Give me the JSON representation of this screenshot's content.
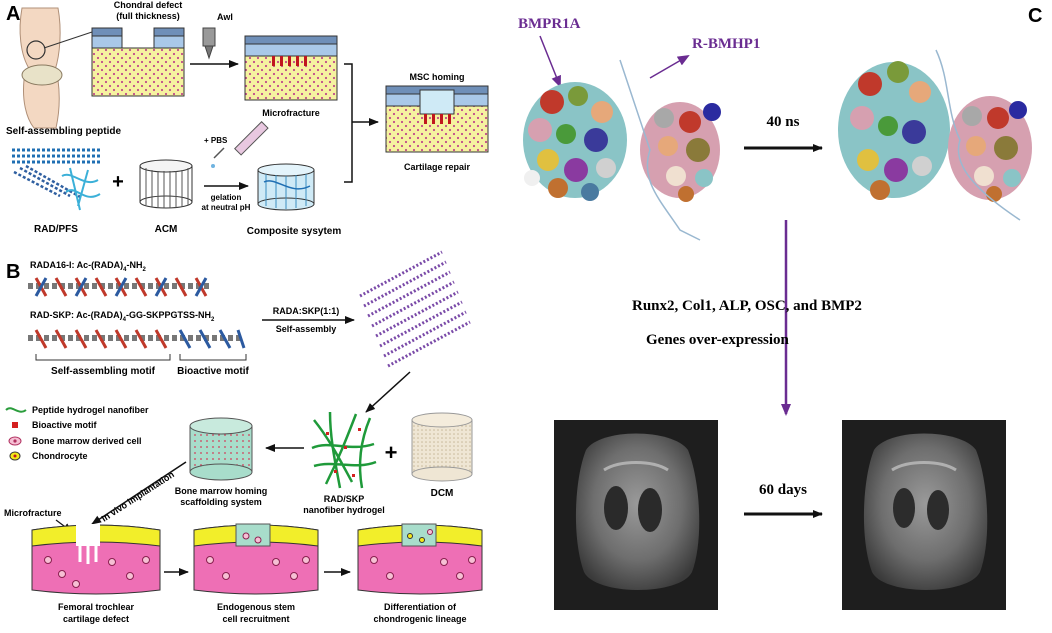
{
  "panels": {
    "a": "A",
    "b": "B",
    "c": "C"
  },
  "panel_a": {
    "chondral_defect": "Chondral defect",
    "full_thickness": "(full thickness)",
    "awl": "Awl",
    "microfracture": "Microfracture",
    "msc_homing": "MSC homing",
    "cartilage_repair": "Cartilage repair",
    "self_assembling_peptide": "Self-assembling peptide",
    "plus_pbs": "+ PBS",
    "gelation": "gelation",
    "at_neutral_ph": "at neutral pH",
    "plus_sign": "+",
    "rad_pfs": "RAD/PFS",
    "acm": "ACM",
    "composite_system": "Composite sysytem"
  },
  "panel_b": {
    "rada16_label": "RADA16-I: Ac-(RADA)",
    "rada16_sub": "4",
    "rada16_suffix": "-NH",
    "rada16_sub2": "2",
    "radskp_label": "RAD-SKP: Ac-(RADA)",
    "radskp_sub": "4",
    "radskp_suffix": "-GG-SKPPGTSS-NH",
    "radskp_sub2": "2",
    "ratio": "RADA:SKP(1:1)",
    "self_assembly": "Self-assembly",
    "self_assembling_motif": "Self-assembling motif",
    "bioactive_motif": "Bioactive motif",
    "legend_nanofiber": "Peptide hydrogel nanofiber",
    "legend_bioactive": "Bioactive motif",
    "legend_bone_marrow_cell": "Bone marrow derived cell",
    "legend_chondrocyte": "Chondrocyte",
    "scaffold_line1": "Bone marrow homing",
    "scaffold_line2": "scaffolding system",
    "hydrogel_line1": "RAD/SKP",
    "hydrogel_line2": "nanofiber hydrogel",
    "plus_sign": "+",
    "dcm": "DCM",
    "in_vivo": "In vivo implantation",
    "microfracture": "Microfracture",
    "step1_line1": "Femoral trochlear",
    "step1_line2": "cartilage defect",
    "step2_line1": "Endogenous stem",
    "step2_line2": "cell recruitment",
    "step3_line1": "Differentiation of",
    "step3_line2": "chondrogenic lineage"
  },
  "panel_c": {
    "bmpr1a": "BMPR1A",
    "r_bmhp1": "R-BMHP1",
    "time_md": "40 ns",
    "genes_line1": "Runx2, Col1, ALP, OSC, and BMP2",
    "genes_line2": "Genes over-expression",
    "time_invivo": "60 days"
  },
  "colors": {
    "cartilage_yellow": "#f2ee2a",
    "bone_pink": "#ee6fb5",
    "hydrogel_green": "#2a9d3c",
    "arrow_purple": "#6a2c91",
    "label_purple": "#6a2c91",
    "scaffold_teal": "#9fd9c8",
    "dcm_tan": "#e8dcc6",
    "plate_blue": "#a9c8e8",
    "bone_tan": "#f4f0b8"
  }
}
